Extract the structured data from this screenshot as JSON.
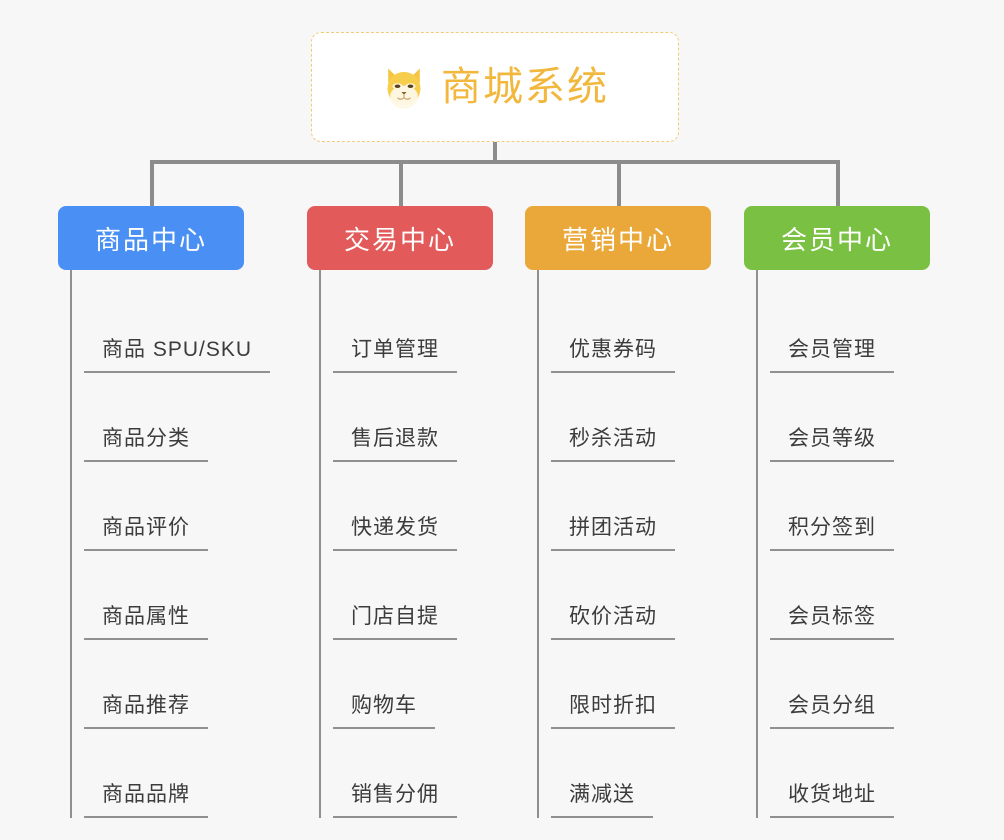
{
  "page": {
    "background_color": "#f7f7f7",
    "line_color": "#8c8c8c",
    "leaf_line_color": "#909090",
    "leaf_text_color": "#3c3c3c"
  },
  "root": {
    "title": "商城系统",
    "icon": "shiba-dog-icon",
    "text_color": "#f2b73d",
    "border_color": "#f5c97a",
    "background_color": "#ffffff"
  },
  "columns": [
    {
      "title": "商品中心",
      "color": "#4a90f4",
      "items": [
        "商品 SPU/SKU",
        "商品分类",
        "商品评价",
        "商品属性",
        "商品推荐",
        "商品品牌"
      ]
    },
    {
      "title": "交易中心",
      "color": "#e25a5a",
      "items": [
        "订单管理",
        "售后退款",
        "快递发货",
        "门店自提",
        "购物车",
        "销售分佣"
      ]
    },
    {
      "title": "营销中心",
      "color": "#eaa83a",
      "items": [
        "优惠券码",
        "秒杀活动",
        "拼团活动",
        "砍价活动",
        "限时折扣",
        "满减送"
      ]
    },
    {
      "title": "会员中心",
      "color": "#7ac143",
      "items": [
        "会员管理",
        "会员等级",
        "积分签到",
        "会员标签",
        "会员分组",
        "收货地址"
      ]
    }
  ]
}
